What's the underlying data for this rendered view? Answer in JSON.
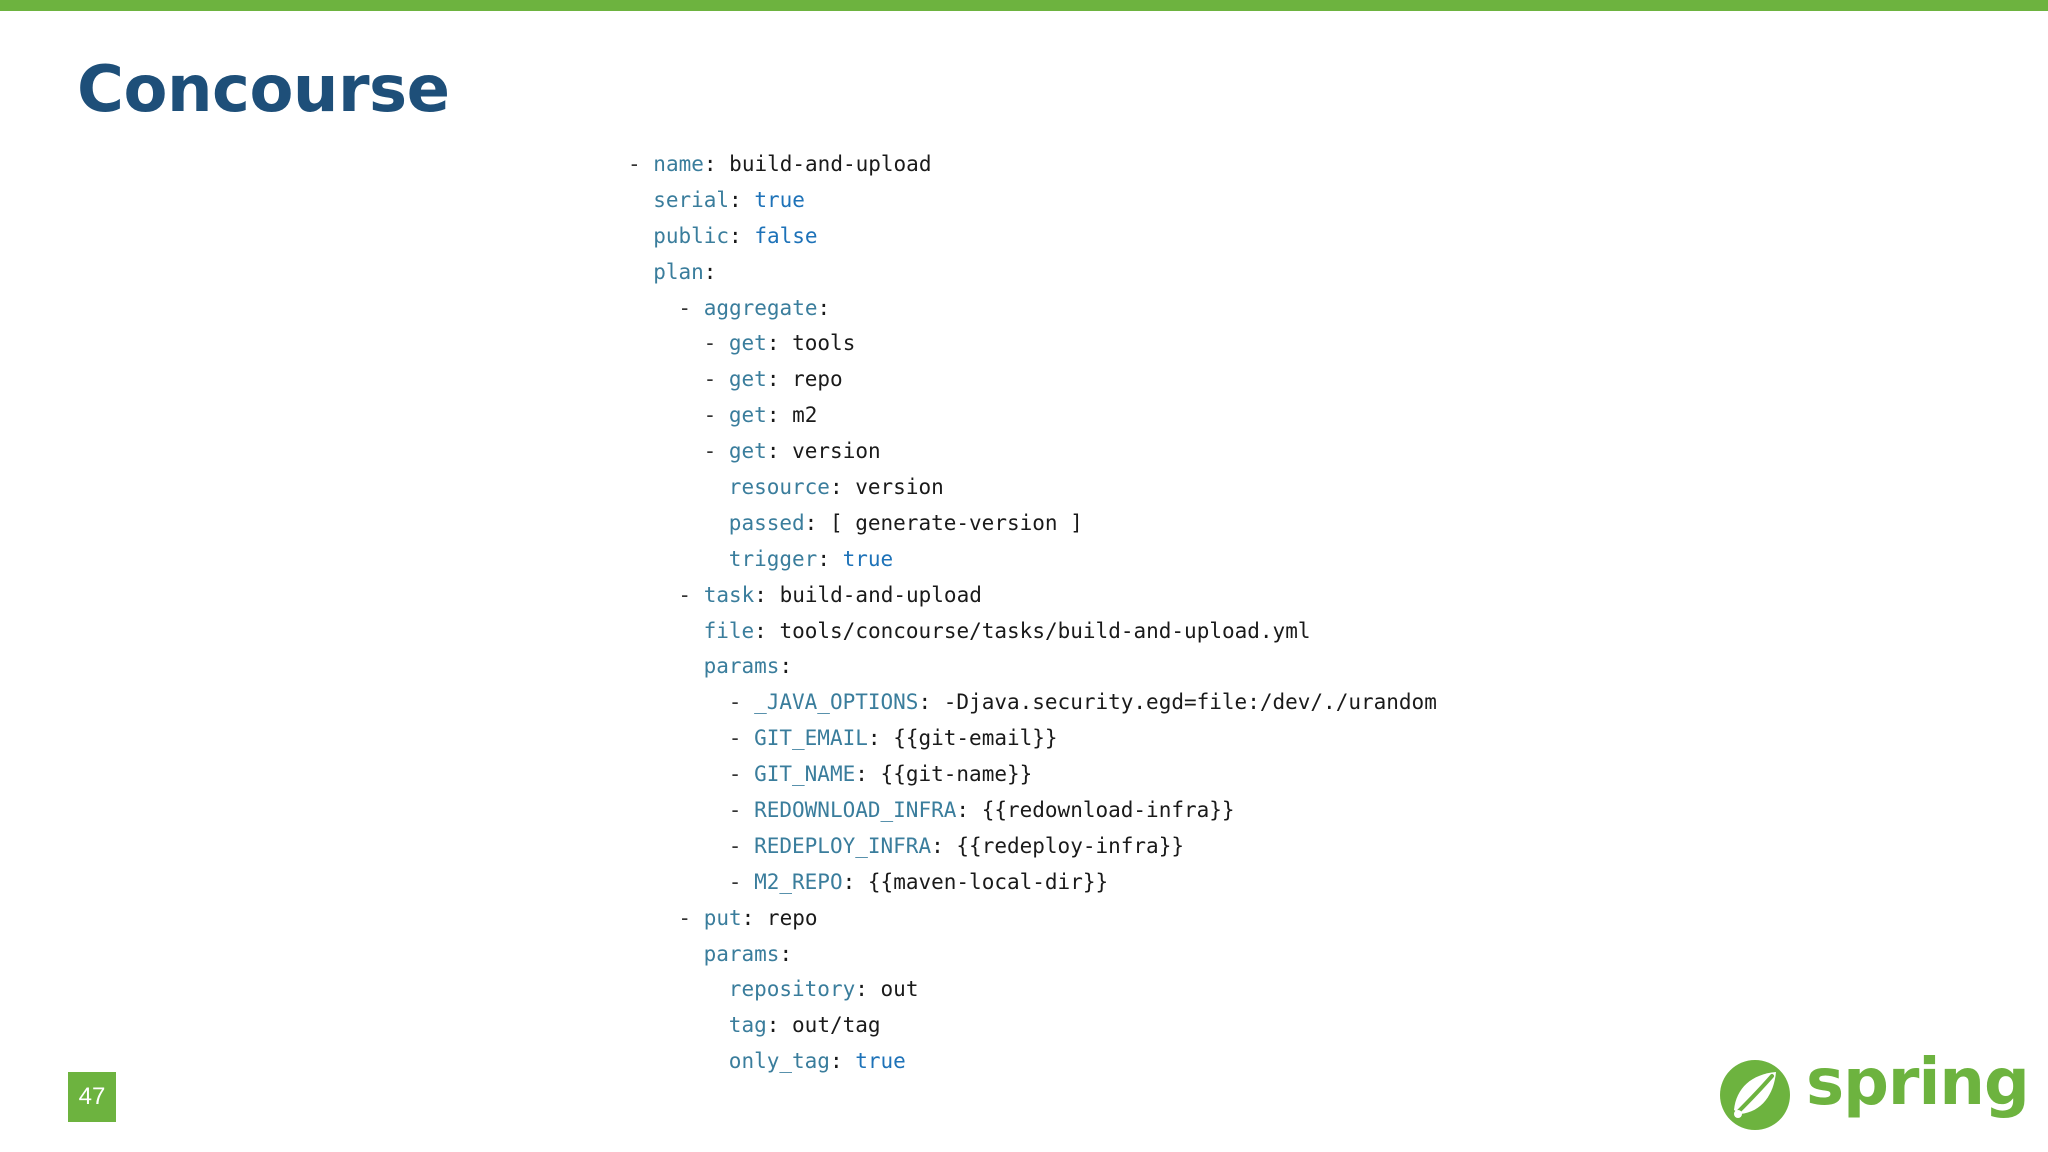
{
  "slide": {
    "title": "Concourse",
    "page_number": "47",
    "brand_name": "spring",
    "accent_color": "#6db33f",
    "title_color": "#1e4f79"
  },
  "code": {
    "lines": [
      {
        "indent": 0,
        "dash": true,
        "key": "name",
        "value": "build-and-upload",
        "bool": false
      },
      {
        "indent": 1,
        "dash": false,
        "key": "serial",
        "value": "true",
        "bool": true
      },
      {
        "indent": 1,
        "dash": false,
        "key": "public",
        "value": "false",
        "bool": true
      },
      {
        "indent": 1,
        "dash": false,
        "key": "plan",
        "value": "",
        "bool": false
      },
      {
        "indent": 2,
        "dash": true,
        "key": "aggregate",
        "value": "",
        "bool": false
      },
      {
        "indent": 3,
        "dash": true,
        "key": "get",
        "value": "tools",
        "bool": false
      },
      {
        "indent": 3,
        "dash": true,
        "key": "get",
        "value": "repo",
        "bool": false
      },
      {
        "indent": 3,
        "dash": true,
        "key": "get",
        "value": "m2",
        "bool": false
      },
      {
        "indent": 3,
        "dash": true,
        "key": "get",
        "value": "version",
        "bool": false
      },
      {
        "indent": 4,
        "dash": false,
        "key": "resource",
        "value": "version",
        "bool": false
      },
      {
        "indent": 4,
        "dash": false,
        "key": "passed",
        "value": "[ generate-version ]",
        "bool": false
      },
      {
        "indent": 4,
        "dash": false,
        "key": "trigger",
        "value": "true",
        "bool": true
      },
      {
        "indent": 2,
        "dash": true,
        "key": "task",
        "value": "build-and-upload",
        "bool": false
      },
      {
        "indent": 3,
        "dash": false,
        "key": "file",
        "value": "tools/concourse/tasks/build-and-upload.yml",
        "bool": false
      },
      {
        "indent": 3,
        "dash": false,
        "key": "params",
        "value": "",
        "bool": false
      },
      {
        "indent": 4,
        "dash": true,
        "key": "_JAVA_OPTIONS",
        "value": "-Djava.security.egd=file:/dev/./urandom",
        "bool": false
      },
      {
        "indent": 4,
        "dash": true,
        "key": "GIT_EMAIL",
        "value": "{{git-email}}",
        "bool": false
      },
      {
        "indent": 4,
        "dash": true,
        "key": "GIT_NAME",
        "value": "{{git-name}}",
        "bool": false
      },
      {
        "indent": 4,
        "dash": true,
        "key": "REDOWNLOAD_INFRA",
        "value": "{{redownload-infra}}",
        "bool": false
      },
      {
        "indent": 4,
        "dash": true,
        "key": "REDEPLOY_INFRA",
        "value": "{{redeploy-infra}}",
        "bool": false
      },
      {
        "indent": 4,
        "dash": true,
        "key": "M2_REPO",
        "value": "{{maven-local-dir}}",
        "bool": false
      },
      {
        "indent": 2,
        "dash": true,
        "key": "put",
        "value": "repo",
        "bool": false
      },
      {
        "indent": 3,
        "dash": false,
        "key": "params",
        "value": "",
        "bool": false
      },
      {
        "indent": 4,
        "dash": false,
        "key": "repository",
        "value": "out",
        "bool": false
      },
      {
        "indent": 4,
        "dash": false,
        "key": "tag",
        "value": "out/tag",
        "bool": false
      },
      {
        "indent": 4,
        "dash": false,
        "key": "only_tag",
        "value": "true",
        "bool": true
      }
    ]
  }
}
